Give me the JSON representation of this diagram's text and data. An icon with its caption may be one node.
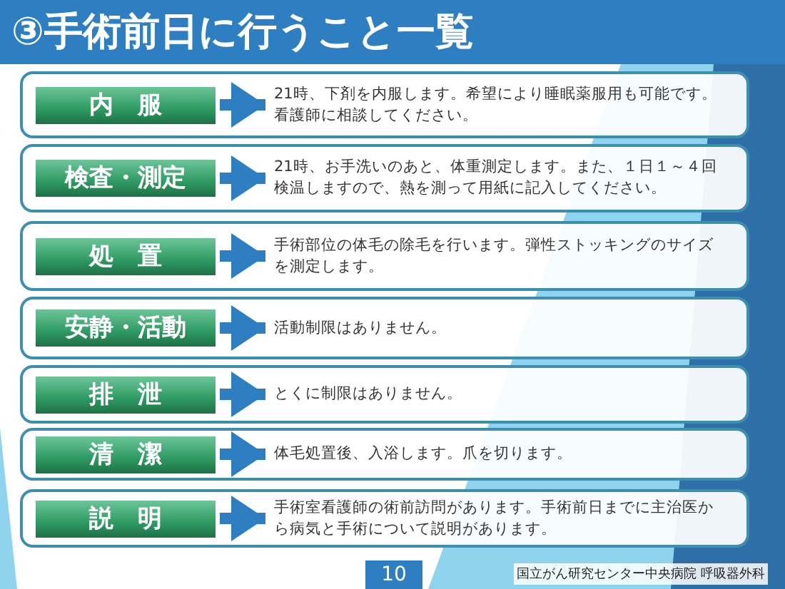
{
  "diagram": {
    "title": "③手術前日に行うこと一覧",
    "nodes": [
      {
        "text": [],
        "shape": "box"
      },
      {
        "text": [
          "内　服"
        ],
        "in": 0
      },
      {
        "text": [
          "21時、下剤を内服します。希望により睡眠薬服用も可能です。看護師に相談してください。"
        ],
        "in": 0
      },
      {
        "text": [],
        "shape": "box"
      },
      {
        "text": [
          "検査・測定"
        ],
        "in": 3
      },
      {
        "text": [
          "21時、お手洗いのあと、体重測定します。また、１日１～４回検温しますので、熱を測って用紙に記入してください。"
        ],
        "in": 3
      },
      {
        "text": [],
        "shape": "box"
      },
      {
        "text": [
          "処　置"
        ],
        "in": 6
      },
      {
        "text": [
          "手術部位の体毛の除毛を行います。弾性ストッキングのサイズを測定します。"
        ],
        "in": 6
      },
      {
        "text": [],
        "shape": "box"
      },
      {
        "text": [
          "安静・活動"
        ],
        "in": 9
      },
      {
        "text": [
          "活動制限はありません。"
        ],
        "in": 9
      },
      {
        "text": [],
        "shape": "box"
      },
      {
        "text": [
          "排　泄"
        ],
        "in": 12
      },
      {
        "text": [
          "とくに制限はありません。"
        ],
        "in": 12
      },
      {
        "text": [],
        "shape": "box"
      },
      {
        "text": [
          "清　潔"
        ],
        "in": 15
      },
      {
        "text": [
          "体毛処置後、入浴します。爪を切ります。"
        ],
        "in": 15
      },
      {
        "text": [],
        "shape": "box"
      },
      {
        "text": [
          "説　明"
        ],
        "in": 18
      },
      {
        "text": [
          "手術室看護師の術前訪問があります。手術前日までに主治医から病気と手術について説明があります。"
        ],
        "in": 18
      }
    ],
    "edges": [
      {
        "from": 1,
        "to": 2,
        "arrow": "to"
      },
      {
        "from": 4,
        "to": 5,
        "arrow": "to"
      },
      {
        "from": 7,
        "to": 8,
        "arrow": "to"
      },
      {
        "from": 10,
        "to": 11,
        "arrow": "to"
      },
      {
        "from": 13,
        "to": 14,
        "arrow": "to"
      },
      {
        "from": 16,
        "to": 17,
        "arrow": "to"
      },
      {
        "from": 19,
        "to": 20,
        "arrow": "to"
      }
    ],
    "labels": [
      "10",
      "国立がん研究センター中央病院 呼吸器外科"
    ]
  }
}
